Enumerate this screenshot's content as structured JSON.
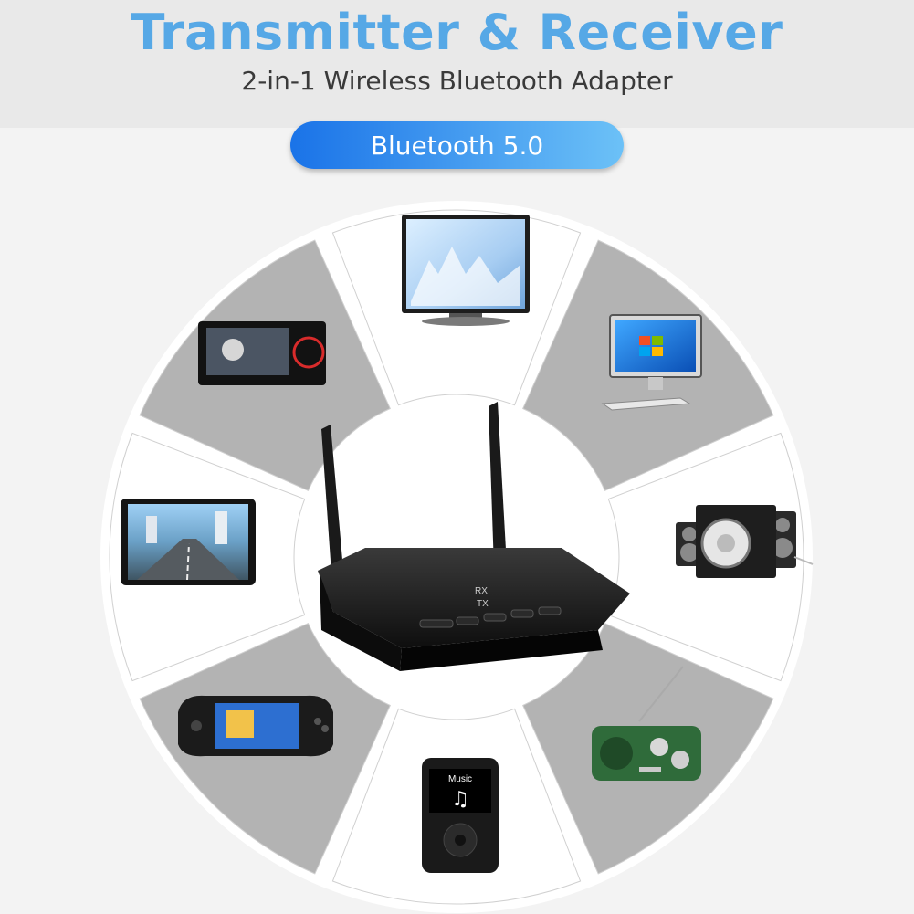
{
  "header": {
    "title": "Transmitter & Receiver",
    "subtitle": "2-in-1 Wireless Bluetooth Adapter",
    "badge": "Bluetooth 5.0"
  },
  "colors": {
    "title": "#56a8e6",
    "badge_start": "#1a73e8",
    "badge_end": "#6cc1f7",
    "segment_gray": "#b3b3b3",
    "segment_white": "#ffffff"
  },
  "devices": [
    {
      "name": "tv",
      "icon": "tv-icon"
    },
    {
      "name": "monitor",
      "icon": "computer-monitor-icon"
    },
    {
      "name": "speakers",
      "icon": "speaker-icon"
    },
    {
      "name": "radio",
      "icon": "radio-icon"
    },
    {
      "name": "mp3-player",
      "icon": "music-player-icon",
      "screen_label": "Music"
    },
    {
      "name": "game-console",
      "icon": "game-console-icon"
    },
    {
      "name": "tablet",
      "icon": "tablet-icon"
    },
    {
      "name": "media-player",
      "icon": "media-player-icon"
    }
  ],
  "center": {
    "icon": "bluetooth-adapter-icon",
    "labels": [
      "RX",
      "TX"
    ]
  }
}
